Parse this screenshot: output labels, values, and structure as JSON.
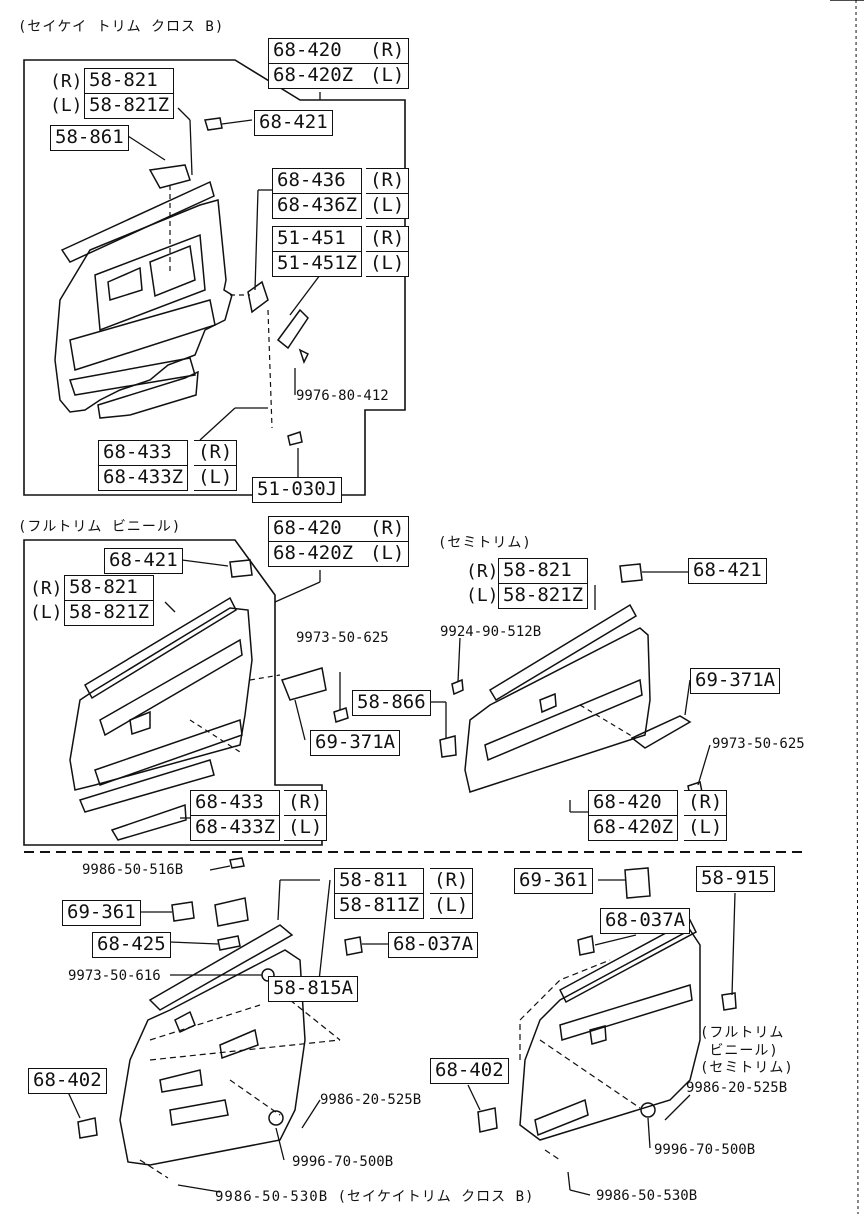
{
  "captions": {
    "top": "(セイケイ トリム クロス B)",
    "middle_left": "(フルトリム ビニール)",
    "middle_right": "(セミトリム)",
    "bottom_right_note": "(フルトリム\n ビニール)\n(セミトリム)",
    "bottom_note": "9986-50-530B (セイケイトリム クロス B)"
  },
  "section1": {
    "p68_420": [
      "68-420",
      "68-420Z"
    ],
    "p68_420_side": [
      "(R)",
      "(L)"
    ],
    "p58_821_side": [
      "(R)",
      "(L)"
    ],
    "p58_821": [
      "58-821",
      "58-821Z"
    ],
    "p58_861": "58-861",
    "p68_421": "68-421",
    "p68_436": [
      "68-436",
      "68-436Z"
    ],
    "p68_436_side": [
      "(R)",
      "(L)"
    ],
    "p51_451": [
      "51-451",
      "51-451Z"
    ],
    "p51_451_side": [
      "(R)",
      "(L)"
    ],
    "p9976": "9976-80-412",
    "p68_433": [
      "68-433",
      "68-433Z"
    ],
    "p68_433_side": [
      "(R)",
      "(L)"
    ],
    "p51_030": "51-030J"
  },
  "section2": {
    "p68_420": [
      "68-420",
      "68-420Z"
    ],
    "p68_420_side": [
      "(R)",
      "(L)"
    ],
    "p68_421": "68-421",
    "p58_821_side": [
      "(R)",
      "(L)"
    ],
    "p58_821": [
      "58-821",
      "58-821Z"
    ],
    "p9973": "9973-50-625",
    "p69_371": "69-371A",
    "p68_433": [
      "68-433",
      "68-433Z"
    ],
    "p68_433_side": [
      "(R)",
      "(L)"
    ]
  },
  "section3": {
    "p9924": "9924-90-512B",
    "p58_821_side": [
      "(R)",
      "(L)"
    ],
    "p58_821": [
      "58-821",
      "58-821Z"
    ],
    "p68_421": "68-421",
    "p58_866": "58-866",
    "p69_371": "69-371A",
    "p9973": "9973-50-625",
    "p68_420": [
      "68-420",
      "68-420Z"
    ],
    "p68_420_side": [
      "(R)",
      "(L)"
    ]
  },
  "section4": {
    "p9986_516": "9986-50-516B",
    "p69_361": "69-361",
    "p58_811": [
      "58-811",
      "58-811Z"
    ],
    "p58_811_side": [
      "(R)",
      "(L)"
    ],
    "p68_425": "68-425",
    "p68_037": "68-037A",
    "p9973_616": "9973-50-616",
    "p58_815": "58-815A",
    "p68_402": "68-402",
    "p9986_525": "9986-20-525B",
    "p9996": "9996-70-500B"
  },
  "section5": {
    "p69_361": "69-361",
    "p58_915": "58-915",
    "p68_037": "68-037A",
    "p68_402": "68-402",
    "p9986_525": "9986-20-525B",
    "p9996": "9996-70-500B",
    "p9986_530": "9986-50-530B"
  }
}
